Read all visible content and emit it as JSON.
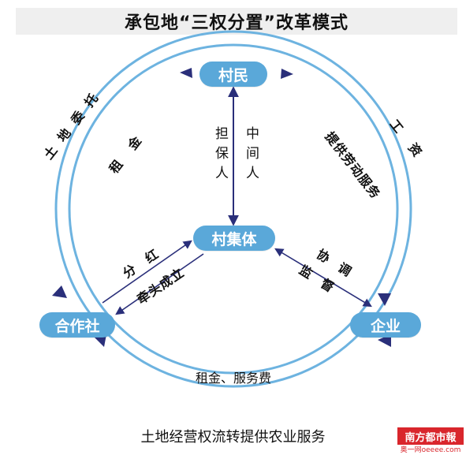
{
  "title": "承包地“三权分置”改革模式",
  "nodes": {
    "villager": "村民",
    "collective": "村集体",
    "cooperative": "合作社",
    "enterprise": "企业"
  },
  "labels": {
    "land_entrust": "土地委托",
    "rent_left": "租金",
    "wage": "工资",
    "labor_service": "提供劳动服务",
    "guarantee": "担保人",
    "intermediary": "中间人",
    "dividend": "分红",
    "lead_establish": "牵头成立",
    "coordinate": "协调",
    "supervise": "监督",
    "rent_service_fee": "租金、服务费"
  },
  "caption": "土地经营权流转提供农业服务",
  "watermark": {
    "logo": "南方都市報",
    "sub": "奥一网oeeee.com"
  },
  "colors": {
    "node_fill": "#5aa8d9",
    "circle_stroke": "#6db3e0",
    "arrow": "#2a2f7a"
  }
}
